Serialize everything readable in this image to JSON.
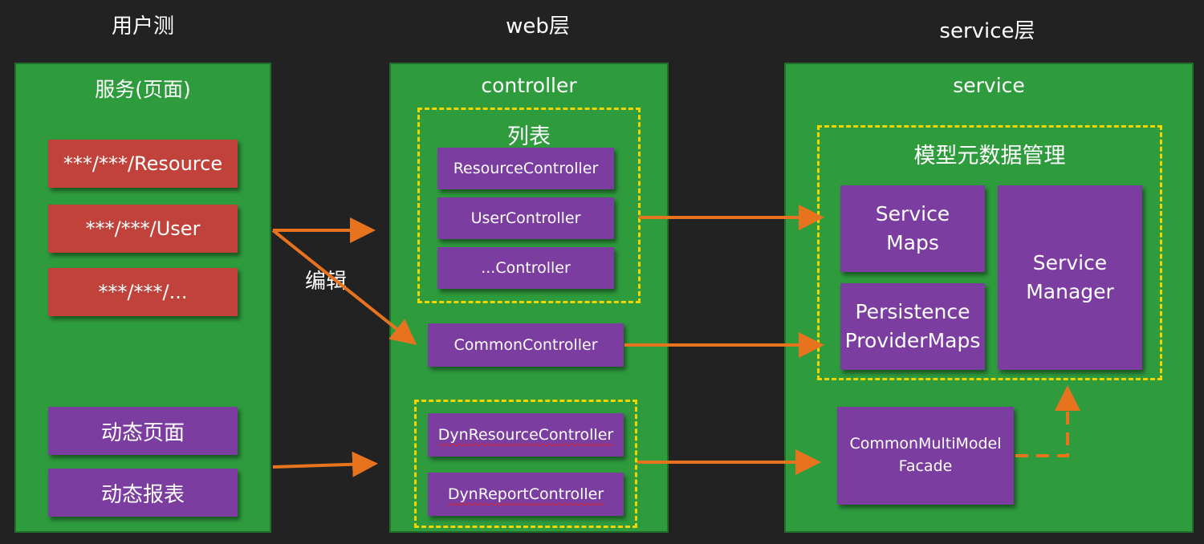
{
  "headings": {
    "user_side": "用户测",
    "web_layer": "web层",
    "service_layer": "service层"
  },
  "left_panel": {
    "title": "服务(页面)",
    "red_items": [
      "***/***/Resource",
      "***/***/User",
      "***/***/..."
    ],
    "purple_items": [
      "动态页面",
      "动态报表"
    ]
  },
  "middle_panel": {
    "title": "controller",
    "list_group": {
      "title": "列表",
      "items": [
        "ResourceController",
        "UserController",
        "...Controller"
      ]
    },
    "common_controller": "CommonController",
    "dyn_group": {
      "items": [
        "DynResourceController",
        "DynReportController"
      ]
    }
  },
  "right_panel": {
    "title": "service",
    "metadata_group": {
      "title": "模型元数据管理",
      "service_maps": [
        "Service",
        "Maps"
      ],
      "persistence_maps": [
        "Persistence",
        "ProviderMaps"
      ],
      "service_manager": [
        "Service",
        "Manager"
      ]
    },
    "facade": [
      "CommonMultiModel",
      "Facade"
    ]
  },
  "edit_label": "编辑",
  "colors": {
    "background": "#222222",
    "panel_green": "#2e9b3d",
    "red_box": "#c0423a",
    "purple_box": "#7b3ea0",
    "arrow_orange": "#e8731e",
    "dashed_yellow": "#f0d500"
  }
}
